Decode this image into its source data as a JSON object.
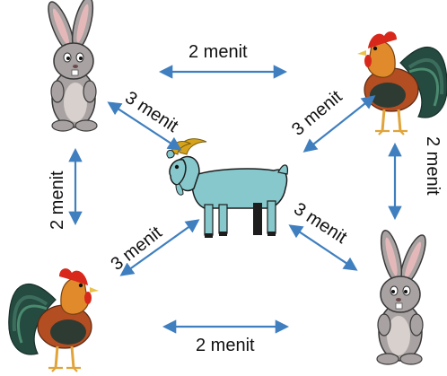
{
  "labels": {
    "top": "2 menit",
    "bottom": "2 menit",
    "left": "2 menit",
    "right": "2 menit",
    "diag_top_left": "3 menit",
    "diag_top_right": "3 menit",
    "diag_bottom_left": "3 menit",
    "diag_bottom_right": "3 menit"
  },
  "colors": {
    "arrow": "#3f7fbf",
    "goat_body": "#86c8cc",
    "goat_dark": "#1d1d1d",
    "horn": "#d6a31c",
    "rabbit": "#a9a2a2",
    "rabbit_ear": "#e4b8b8",
    "rooster_red": "#d8281c",
    "rooster_body": "#b34d22",
    "rooster_tail": "#254a40",
    "leg": "#e0a43a"
  },
  "icons": {
    "rabbit_top_left": "rabbit",
    "rooster_top_right": "rooster",
    "goat_center": "goat",
    "rooster_bottom_left": "rooster",
    "rabbit_bottom_right": "rabbit"
  }
}
